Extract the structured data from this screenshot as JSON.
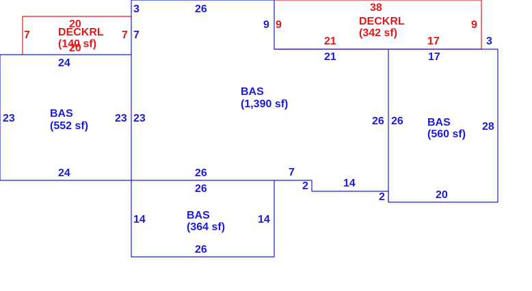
{
  "colors": {
    "living": "#1a1ad8",
    "deck": "#e01818",
    "background": "#ffffff"
  },
  "areas": [
    {
      "code": "DECKRL",
      "area": "(140 sf)",
      "type": "deck"
    },
    {
      "code": "BAS",
      "area": "(552 sf)",
      "type": "living"
    },
    {
      "code": "BAS",
      "area": "(1,390 sf)",
      "type": "living"
    },
    {
      "code": "DECKRL",
      "area": "(342 sf)",
      "type": "deck"
    },
    {
      "code": "BAS",
      "area": "(560 sf)",
      "type": "living"
    },
    {
      "code": "BAS",
      "area": "(364 sf)",
      "type": "living"
    }
  ],
  "dimensions": {
    "deck_left": [
      "20",
      "20",
      "7",
      "7"
    ],
    "bas_left": [
      "24",
      "23",
      "23",
      "24"
    ],
    "bas_main": [
      "3",
      "26",
      "9",
      "7",
      "23",
      "21",
      "26",
      "7",
      "2",
      "14",
      "2",
      "26"
    ],
    "deck_right": [
      "38",
      "9",
      "9",
      "21",
      "17",
      "3"
    ],
    "bas_right": [
      "17",
      "26",
      "28",
      "20"
    ],
    "bas_bottom": [
      "26",
      "14",
      "14",
      "26"
    ]
  }
}
